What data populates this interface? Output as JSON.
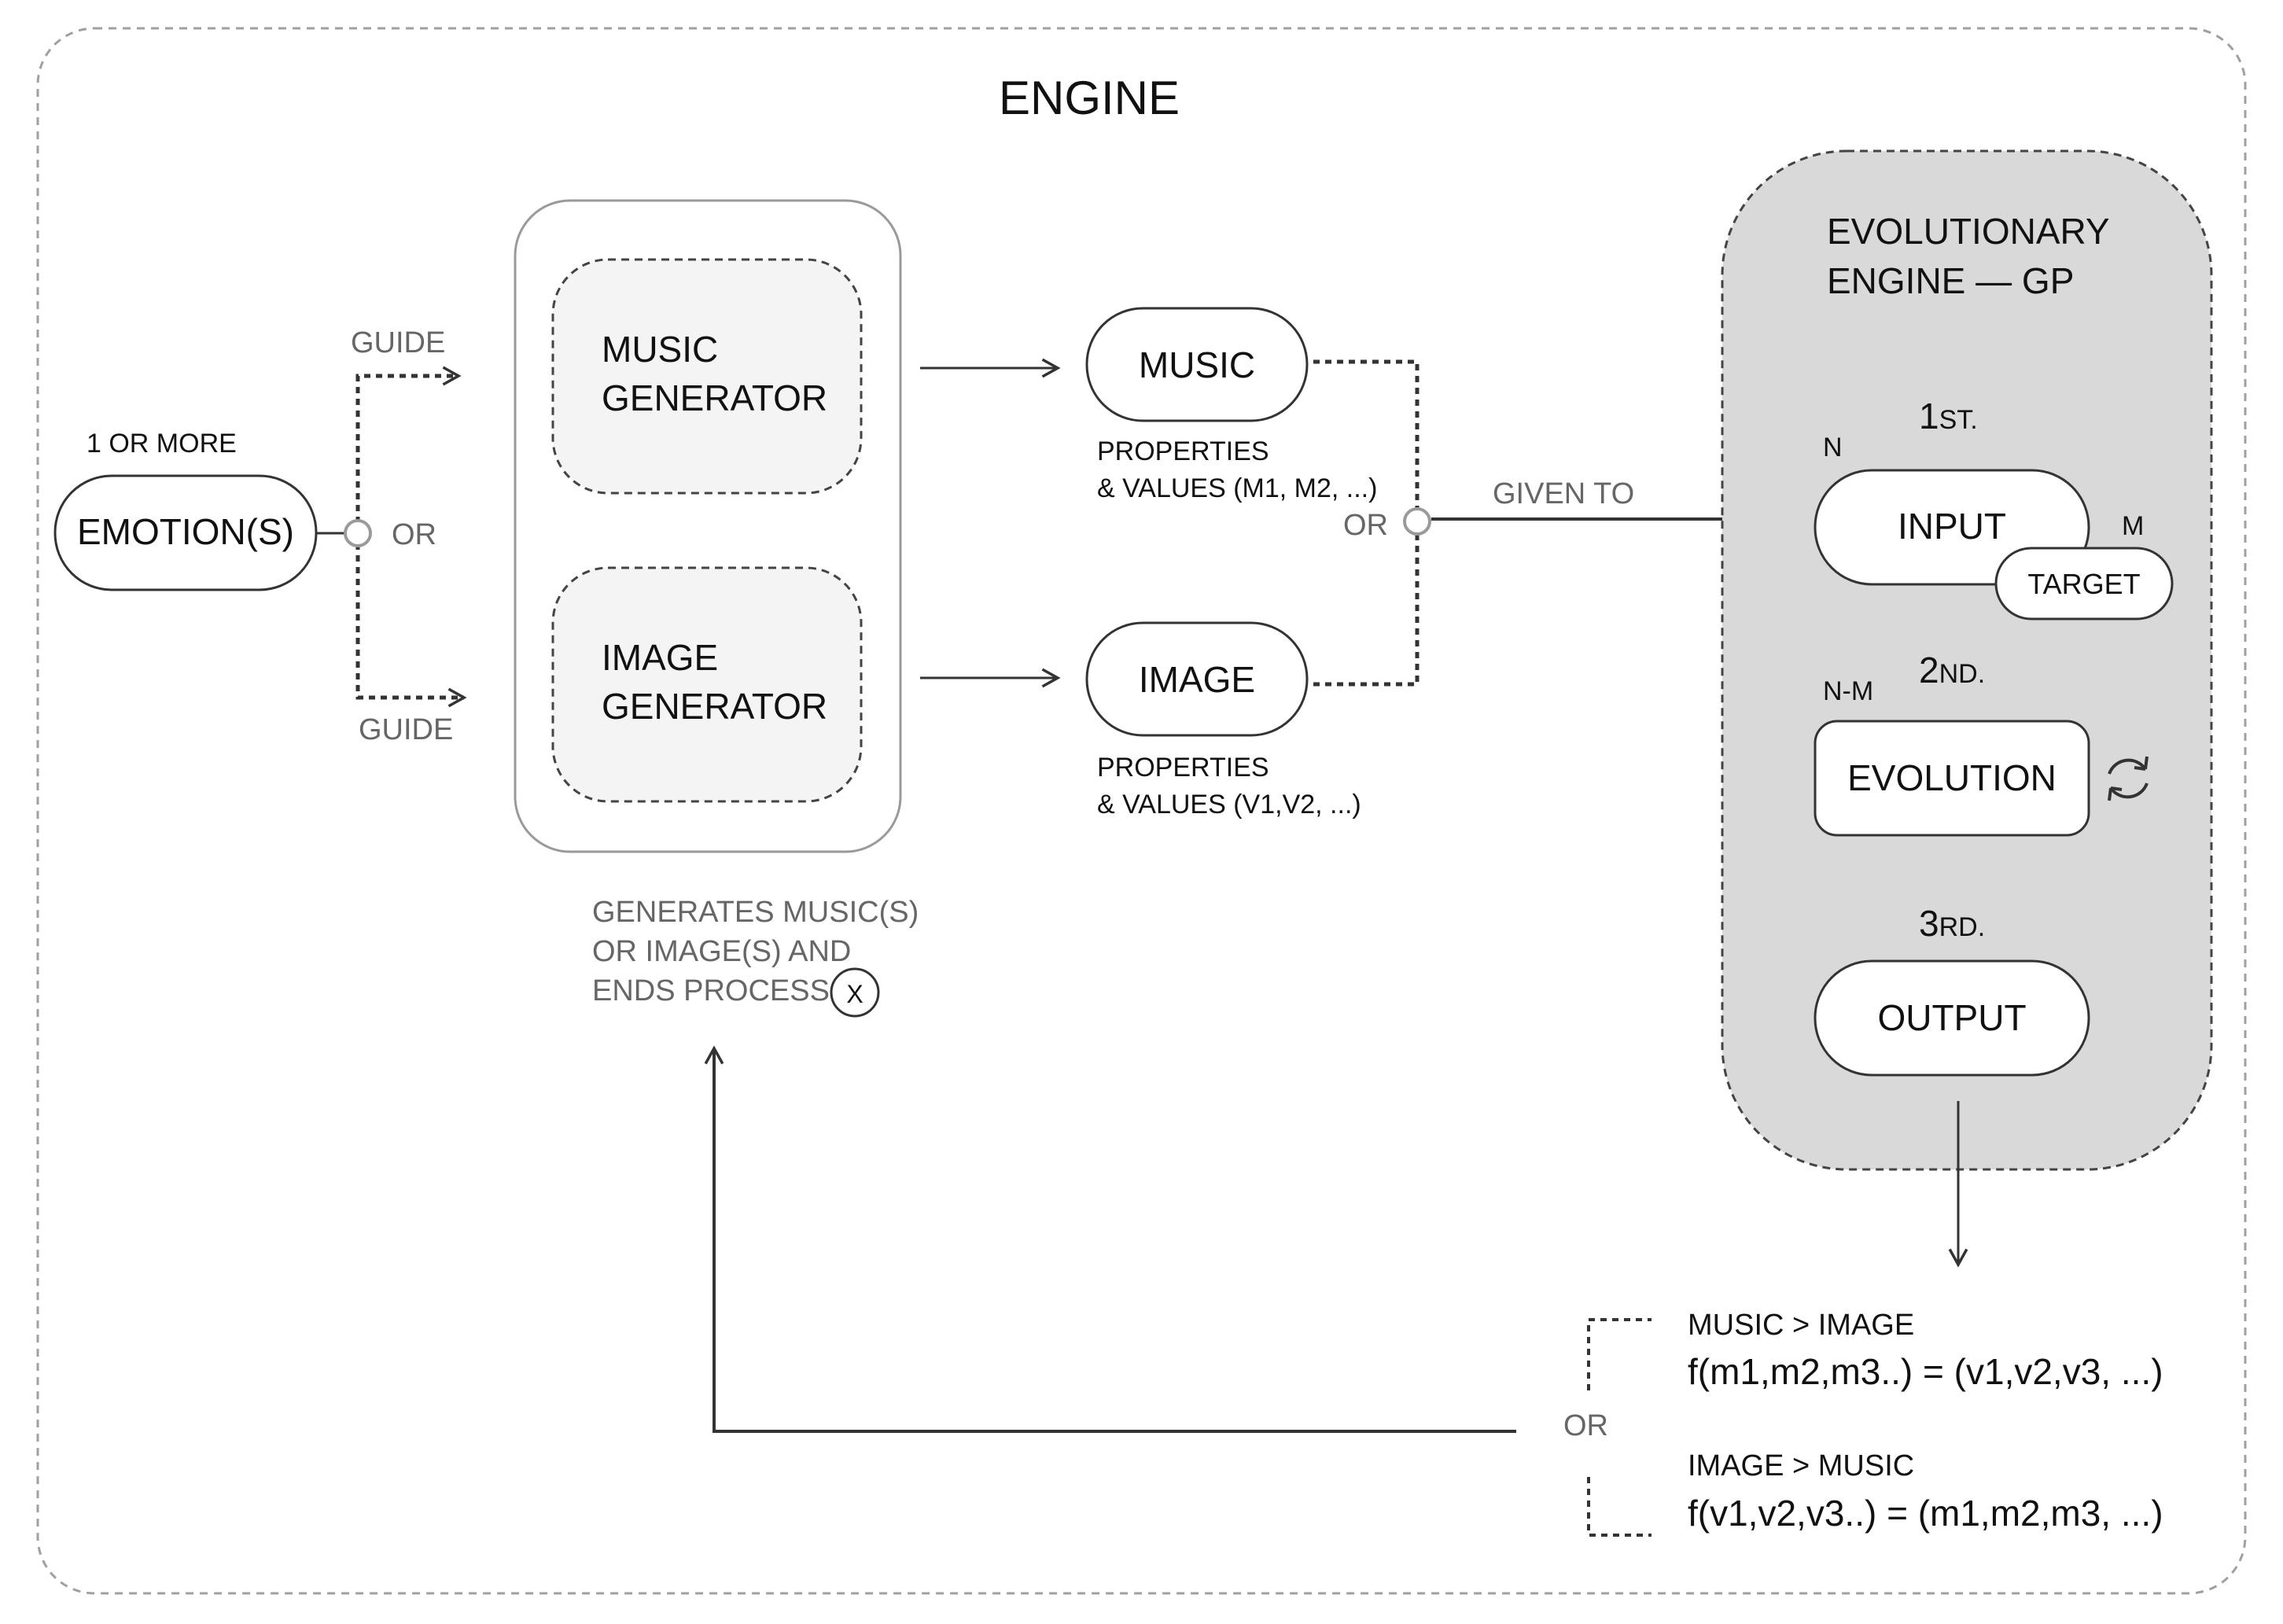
{
  "title": "ENGINE",
  "emotion": {
    "count_label": "1 OR MORE",
    "label": "EMOTION(S)",
    "or_label": "OR",
    "guide_top": "GUIDE",
    "guide_bottom": "GUIDE"
  },
  "generators": {
    "music_line1": "MUSIC",
    "music_line2": "GENERATOR",
    "image_line1": "IMAGE",
    "image_line2": "GENERATOR",
    "note_line1": "GENERATES MUSIC(S)",
    "note_line2": "OR IMAGE(S) AND",
    "note_line3": "ENDS PROCESS",
    "end_symbol": "X"
  },
  "outputs": {
    "music_label": "MUSIC",
    "music_props_line1": "PROPERTIES",
    "music_props_line2": "& VALUES (M1, M2, ...)",
    "image_label": "IMAGE",
    "image_props_line1": "PROPERTIES",
    "image_props_line2": "& VALUES (V1,V2, ...)",
    "or_label": "OR",
    "given_to": "GIVEN TO"
  },
  "evolutionary": {
    "title_line1": "EVOLUTIONARY",
    "title_line2": "ENGINE — GP",
    "step1_num": "1",
    "step1_suffix": "ST.",
    "step2_num": "2",
    "step2_suffix": "ND.",
    "step3_num": "3",
    "step3_suffix": "RD.",
    "n_label": "N",
    "m_label": "M",
    "nm_label": "N-M",
    "input_label": "INPUT",
    "target_label": "TARGET",
    "evolution_label": "EVOLUTION",
    "output_label": "OUTPUT"
  },
  "result": {
    "or_label": "OR",
    "music_to_image_title": "MUSIC > IMAGE",
    "music_to_image_formula": "f(m1,m2,m3..) = (v1,v2,v3, ...)",
    "image_to_music_title": "IMAGE > MUSIC",
    "image_to_music_formula": "f(v1,v2,v3..) = (m1,m2,m3, ...)"
  },
  "colors": {
    "stroke": "#333333",
    "light_stroke": "#9a9a9a",
    "panel_fill": "#d9d9d9",
    "generator_fill": "#f4f4f4",
    "gray_text": "#666666"
  }
}
